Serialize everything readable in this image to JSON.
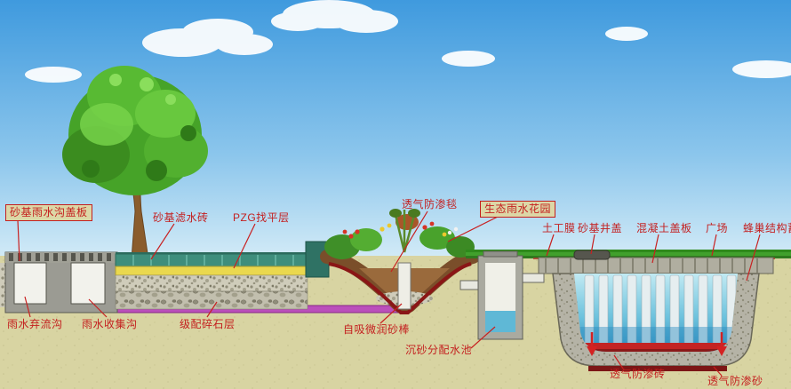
{
  "labels": {
    "sand_gutter_cover": "砂基雨水沟盖板",
    "sand_filter_brick": "砂基滤水砖",
    "pzg_leveling_layer": "PZG找平层",
    "breathable_impermeable_blanket": "透气防渗毯",
    "eco_rain_garden": "生态雨水花园",
    "geomembrane": "土工膜",
    "sand_manhole_cover": "砂基井盖",
    "concrete_cover_plate": "混凝土盖板",
    "plaza": "广场",
    "honeycomb_cistern": "蜂巢结构蓄水井",
    "rainwater_diversion_ditch": "雨水弃流沟",
    "rainwater_collection_ditch": "雨水收集沟",
    "graded_gravel_layer": "级配碎石层",
    "self_priming_sand_rod": "自吸微润砂棒",
    "sediment_distribution_pool": "沉砂分配水池",
    "breathable_impermeable_brick": "透气防渗砖",
    "breathable_impermeable_sand": "透气防渗砂"
  },
  "colors": {
    "sky_top": "#3f9ade",
    "ground_tan": "#d8d4a2",
    "label_red": "#c41f1f",
    "water_blue": "#2e8fc0",
    "grass_green": "#41a02c",
    "pipe_magenta": "#bb4fbb",
    "pavement_teal": "#3e8e7c",
    "leveling_yellow": "#ead84e",
    "blanket_dark_red": "#8a1616"
  }
}
